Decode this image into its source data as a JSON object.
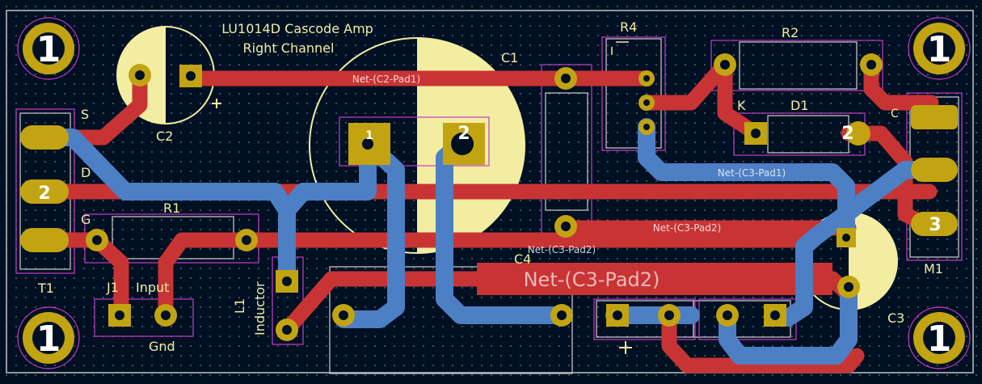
{
  "board": {
    "title_line1": "LU1014D Cascode Amp",
    "title_line2": "Right Channel"
  },
  "mounting_holes": {
    "label": "1"
  },
  "components": {
    "c1": "C1",
    "c2": "C2",
    "c3": "C3",
    "c4": "C4",
    "r1": "R1",
    "r2": "R2",
    "r4": "R4",
    "d1": "D1",
    "d1_k": "K",
    "t1": "T1",
    "t1_s": "S",
    "t1_d": "D",
    "t1_g": "G",
    "j1": "J1",
    "j1_input": "Input",
    "j1_gnd": "Gnd",
    "l1": "L1",
    "l1_inductor": "Inductor",
    "m1": "M1",
    "m1_c": "C"
  },
  "pad_numbers": {
    "p1": "1",
    "p2": "2",
    "p3": "3"
  },
  "net_labels": {
    "c2_pad1": "Net-(C2-Pad1)",
    "c3_pad1": "Net-(C3-Pad1)",
    "c3_pad2_a": "Net-(C3-Pad2)",
    "c3_pad2_b": "Net-(C3-Pad2)",
    "c3_pad2_big": "Net-(C3-Pad2)"
  },
  "colors": {
    "background": "#001023",
    "front_copper": "#c83434",
    "back_copper": "#4d7fc4",
    "silkscreen": "#f2eda1",
    "courtyard": "#c2c2c2",
    "fab": "#c2c2c2",
    "pad": "#c2a312",
    "via_hole": "#e3b72f"
  }
}
